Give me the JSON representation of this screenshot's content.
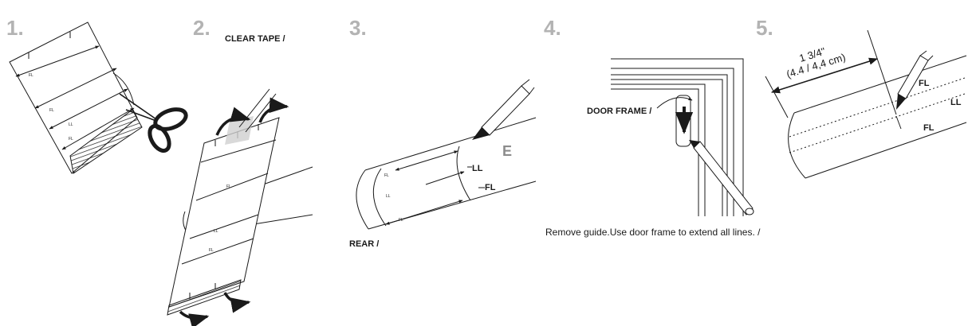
{
  "steps": {
    "s1": "1.",
    "s2": "2.",
    "s3": "3.",
    "s4": "4.",
    "s5": "5."
  },
  "labels": {
    "clear_tape": "CLEAR TAPE /",
    "ll": "LL",
    "fl": "FL",
    "e": "E",
    "rear": "REAR /",
    "door_frame": "DOOR FRAME /",
    "remove_guide": "Remove guide.Use door frame to extend all lines. /",
    "dim_imperial": "1 3/4\"",
    "dim_metric": "(4.4 / 4,4 cm)",
    "fl5": "FL",
    "ll5": "LL",
    "fl5b": "FL"
  },
  "guide_marks": {
    "fl": "FL",
    "ll": "LL"
  },
  "colors": {
    "ink": "#1a1a1a",
    "step_number": "#b3b3b3",
    "letter_e": "#8c8c8c"
  }
}
